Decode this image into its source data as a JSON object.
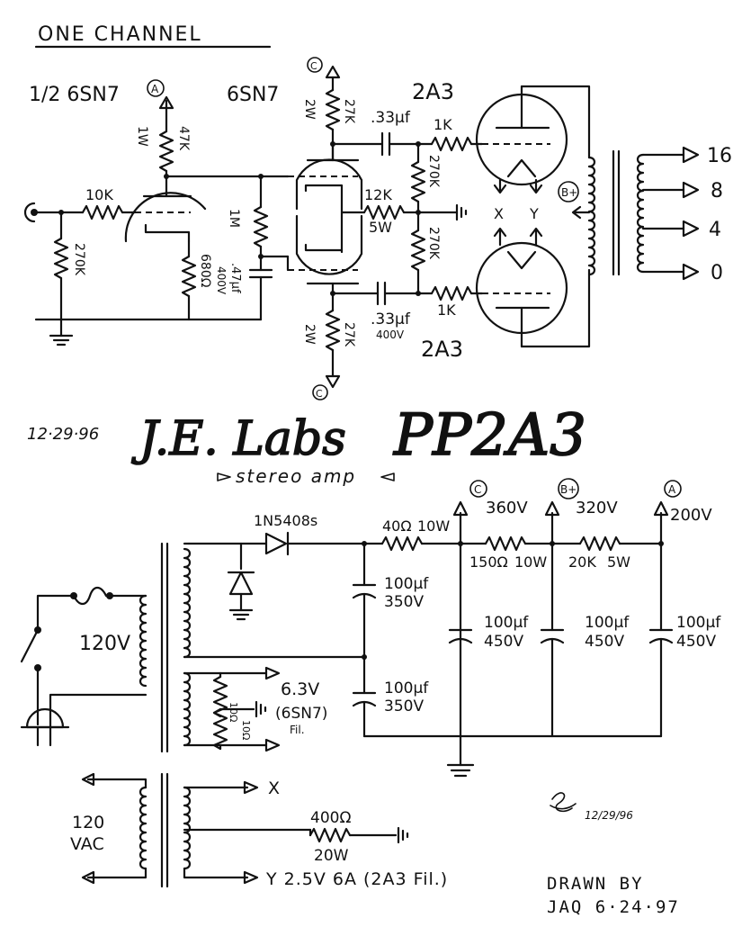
{
  "header": {
    "channel_title": "ONE CHANNEL"
  },
  "tubes": {
    "half_6sn7": "1/2 6SN7",
    "driver": "6SN7",
    "output_top": "2A3",
    "output_bottom": "2A3"
  },
  "nodes": {
    "a": "A",
    "b_plus": "B+",
    "c": "C",
    "x": "X",
    "y": "Y"
  },
  "amp_components": {
    "r_plate1_watt": "1W",
    "r_plate1_value": "47K",
    "r_input": "10K",
    "r_grid_leak": "270K",
    "r_cathode1": "680Ω",
    "r_1m": "1M",
    "cap_bypass_value": ".47µf",
    "cap_bypass_voltage": "400V",
    "r_plate2_watt": "2W",
    "r_plate2_value": "27K",
    "cap_coupling1": ".33µf",
    "r_grid_stop1": "1K",
    "r_tail_value": "12K",
    "r_tail_watt": "5W",
    "r_grid2a": "270K",
    "r_grid2b": "270K",
    "cap_coupling2_value": ".33µf",
    "cap_coupling2_voltage": "400V",
    "r_grid_stop2": "1K",
    "r_plate3_watt": "2W",
    "r_plate3_value": "27K"
  },
  "output_taps": [
    "16",
    "8",
    "4",
    "0"
  ],
  "title_block": {
    "date": "12·29·96",
    "brand": "J.E. Labs",
    "model": "PP2A3",
    "subtitle": "stereo amp"
  },
  "power_supply": {
    "rectifier": "1N5408s",
    "r1_value": "40Ω",
    "r1_watt": "10W",
    "r2_value": "150Ω",
    "r2_watt": "10W",
    "r3_value": "20K",
    "r3_watt": "5W",
    "c1_value": "100µf",
    "c1_voltage": "350V",
    "c2_value": "100µf",
    "c2_voltage": "350V",
    "c3_value": "100µf",
    "c3_voltage": "450V",
    "c4_value": "100µf",
    "c4_voltage": "450V",
    "c5_value": "100µf",
    "c5_voltage": "450V",
    "voltage_c": "360V",
    "voltage_b": "320V",
    "voltage_a": "200V",
    "mains": "120V",
    "heater_voltage": "6.3V",
    "heater_label": "(6SN7)",
    "heater_note": "Fil.",
    "hum_r1": "10Ω",
    "hum_r2": "10Ω"
  },
  "filament_supply": {
    "primary_line1": "120",
    "primary_line2": "VAC",
    "x_label": "X",
    "r_value": "400Ω",
    "r_watt": "20W",
    "y_label": "Y 2.5V 6A (2A3 Fil.)"
  },
  "signoff": {
    "signature_date": "12/29/96",
    "drawn_by_line1": "DRAWN BY",
    "drawn_by_line2": "JAQ 6·24·97"
  }
}
